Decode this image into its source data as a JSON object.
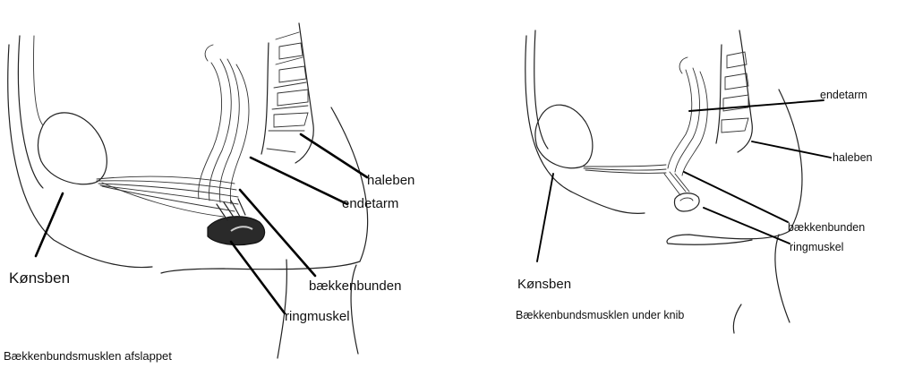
{
  "left_panel": {
    "labels": {
      "pubic_bone": "Kønsben",
      "tailbone": "haleben",
      "rectum": "endetarm",
      "pelvic_floor": "bækkenbunden",
      "sphincter": "ringmuskel"
    },
    "caption": "Bækkenbundsmusklen afslappet"
  },
  "right_panel": {
    "labels": {
      "rectum": "endetarm",
      "tailbone": "haleben",
      "pelvic_floor": "bækkenbunden",
      "sphincter": "ringmuskel",
      "pubic_bone": "Kønsben"
    },
    "caption": "Bækkenbundsmusklen under knib"
  }
}
